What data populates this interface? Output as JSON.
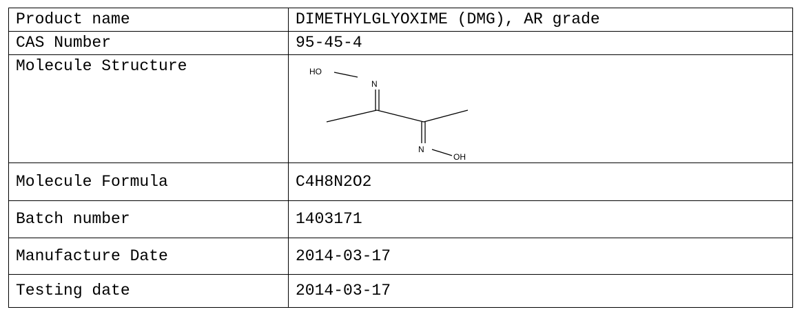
{
  "rows": [
    {
      "label": "Product name",
      "value": "DIMETHYLGLYOXIME (DMG), AR grade"
    },
    {
      "label": "CAS Number",
      "value": "95-45-4"
    },
    {
      "label": "Molecule Structure",
      "value": ""
    },
    {
      "label": "Molecule Formula",
      "value": "C4H8N2O2"
    },
    {
      "label": "Batch number",
      "value": "1403171"
    },
    {
      "label": "Manufacture Date",
      "value": "2014-03-17"
    },
    {
      "label": "Testing date",
      "value": "2014-03-17"
    }
  ],
  "structure": {
    "atoms": {
      "ho_top": "HO",
      "n_top": "N",
      "n_bottom": "N",
      "oh_bottom": "OH"
    }
  }
}
